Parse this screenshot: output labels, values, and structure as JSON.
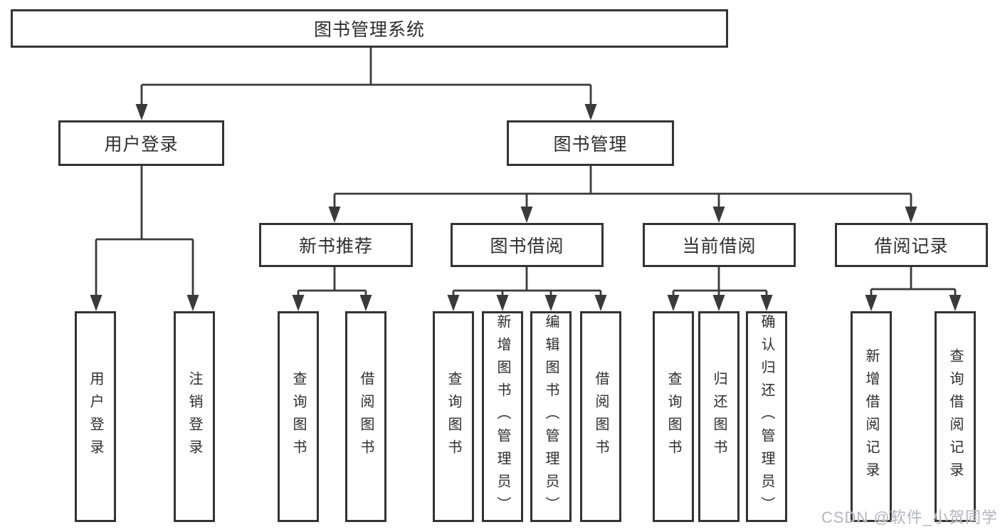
{
  "diagram": {
    "root": {
      "label": "图书管理系统"
    },
    "branches": [
      {
        "label": "用户登录",
        "children": [
          {
            "label": "用户登录"
          },
          {
            "label": "注销登录"
          }
        ]
      },
      {
        "label": "图书管理",
        "children": [
          {
            "label": "新书推荐",
            "children": [
              {
                "label": "查询图书"
              },
              {
                "label": "借阅图书"
              }
            ]
          },
          {
            "label": "图书借阅",
            "children": [
              {
                "label": "查询图书"
              },
              {
                "label": "新增图书（管理员）"
              },
              {
                "label": "编辑图书（管理员）"
              },
              {
                "label": "借阅图书"
              }
            ]
          },
          {
            "label": "当前借阅",
            "children": [
              {
                "label": "查询图书"
              },
              {
                "label": "归还图书"
              },
              {
                "label": "确认归还（管理员）"
              }
            ]
          },
          {
            "label": "借阅记录",
            "children": [
              {
                "label": "新增借阅记录"
              },
              {
                "label": "查询借阅记录"
              }
            ]
          }
        ]
      }
    ]
  },
  "watermark": {
    "text": "CSDN @软件_小贺同学"
  },
  "colors": {
    "line": "#3a3a3a",
    "box_border": "#333333",
    "text": "#2d2d2d",
    "background": "#ffffff",
    "watermark": "#b4b4bf"
  }
}
